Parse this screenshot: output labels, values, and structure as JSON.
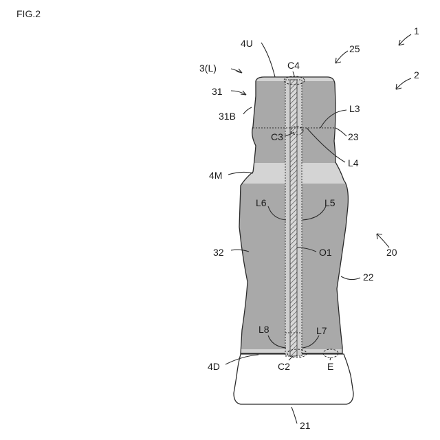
{
  "figure": {
    "title": "FIG.2"
  },
  "labels": {
    "l1": "1",
    "l2": "2",
    "l25": "25",
    "l20": "20",
    "l22": "22",
    "l21": "21",
    "l23": "23",
    "l4U": "4U",
    "l3L": "3(L)",
    "l31": "31",
    "l31B": "31B",
    "lC4": "C4",
    "lL3": "L3",
    "lC3": "C3",
    "lL4": "L4",
    "l4M": "4M",
    "lL6": "L6",
    "lL5": "L5",
    "l32": "32",
    "lO1": "O1",
    "lL8": "L8",
    "lL7": "L7",
    "l4D": "4D",
    "lC2": "C2",
    "lE": "E"
  },
  "colors": {
    "label_fill": "#a9a9a9",
    "band_fill": "#d4d4d4",
    "outline": "#2a2a2a",
    "strip_fill": "#cfcfcf"
  }
}
